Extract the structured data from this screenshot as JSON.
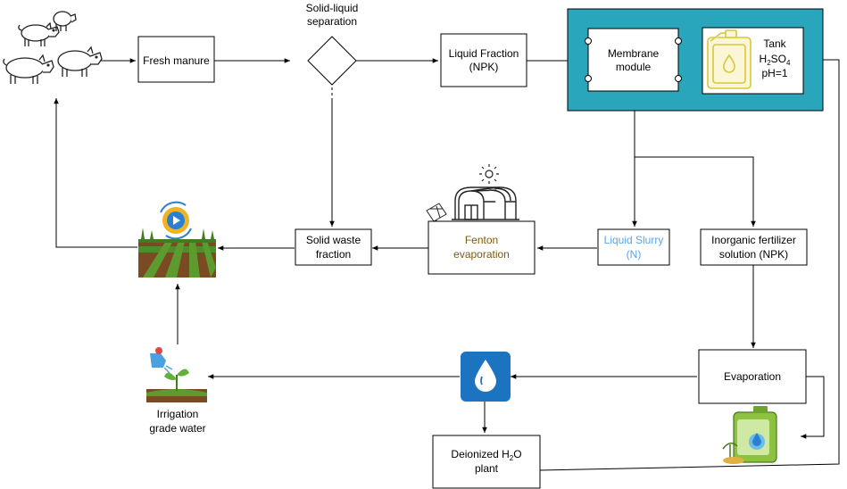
{
  "colors": {
    "panel": "#29a6bb",
    "slurry_text": "#59a5e6",
    "fenton_text": "#7a5c11",
    "water_tile": "#1c74c1",
    "tank_outline": "#d7c73b",
    "field_green": "#4c8f2a",
    "field_soil": "#7a4a23"
  },
  "icons": {
    "pigs": "pigs-icon",
    "field": "field-icon",
    "greenhouse": "greenhouse-icon",
    "sun": "sun-icon",
    "water": "water-drop-icon",
    "plant": "plant-watering-icon",
    "fertilizer": "fertilizer-icon",
    "tank": "jerrycan-icon"
  },
  "nodes": {
    "fresh_manure": "Fresh manure",
    "separation_line1": "Solid-liquid",
    "separation_line2": "separation",
    "liquid_fraction_line1": "Liquid Fraction",
    "liquid_fraction_line2": "(NPK)",
    "membrane_line1": "Membrane",
    "membrane_line2": "module",
    "tank_line1": "Tank",
    "tank_acid_base": "H",
    "tank_acid_sub1": "2",
    "tank_acid_mid": "SO",
    "tank_acid_sub2": "4",
    "tank_line3": "pH=1",
    "liquid_slurry_line1": "Liquid Slurry",
    "liquid_slurry_line2": "(N)",
    "fenton_line1": "Fenton",
    "fenton_line2": "evaporation",
    "solid_waste_line1": "Solid waste",
    "solid_waste_line2": "fraction",
    "inorganic_line1": "Inorganic fertilizer",
    "inorganic_line2": "solution (NPK)",
    "evaporation": "Evaporation",
    "deionized_base": "Deionized H",
    "deionized_sub": "2",
    "deionized_end": "O",
    "deionized_line2": "plant",
    "irrigation_line1": "Irrigation",
    "irrigation_line2": "grade water"
  }
}
